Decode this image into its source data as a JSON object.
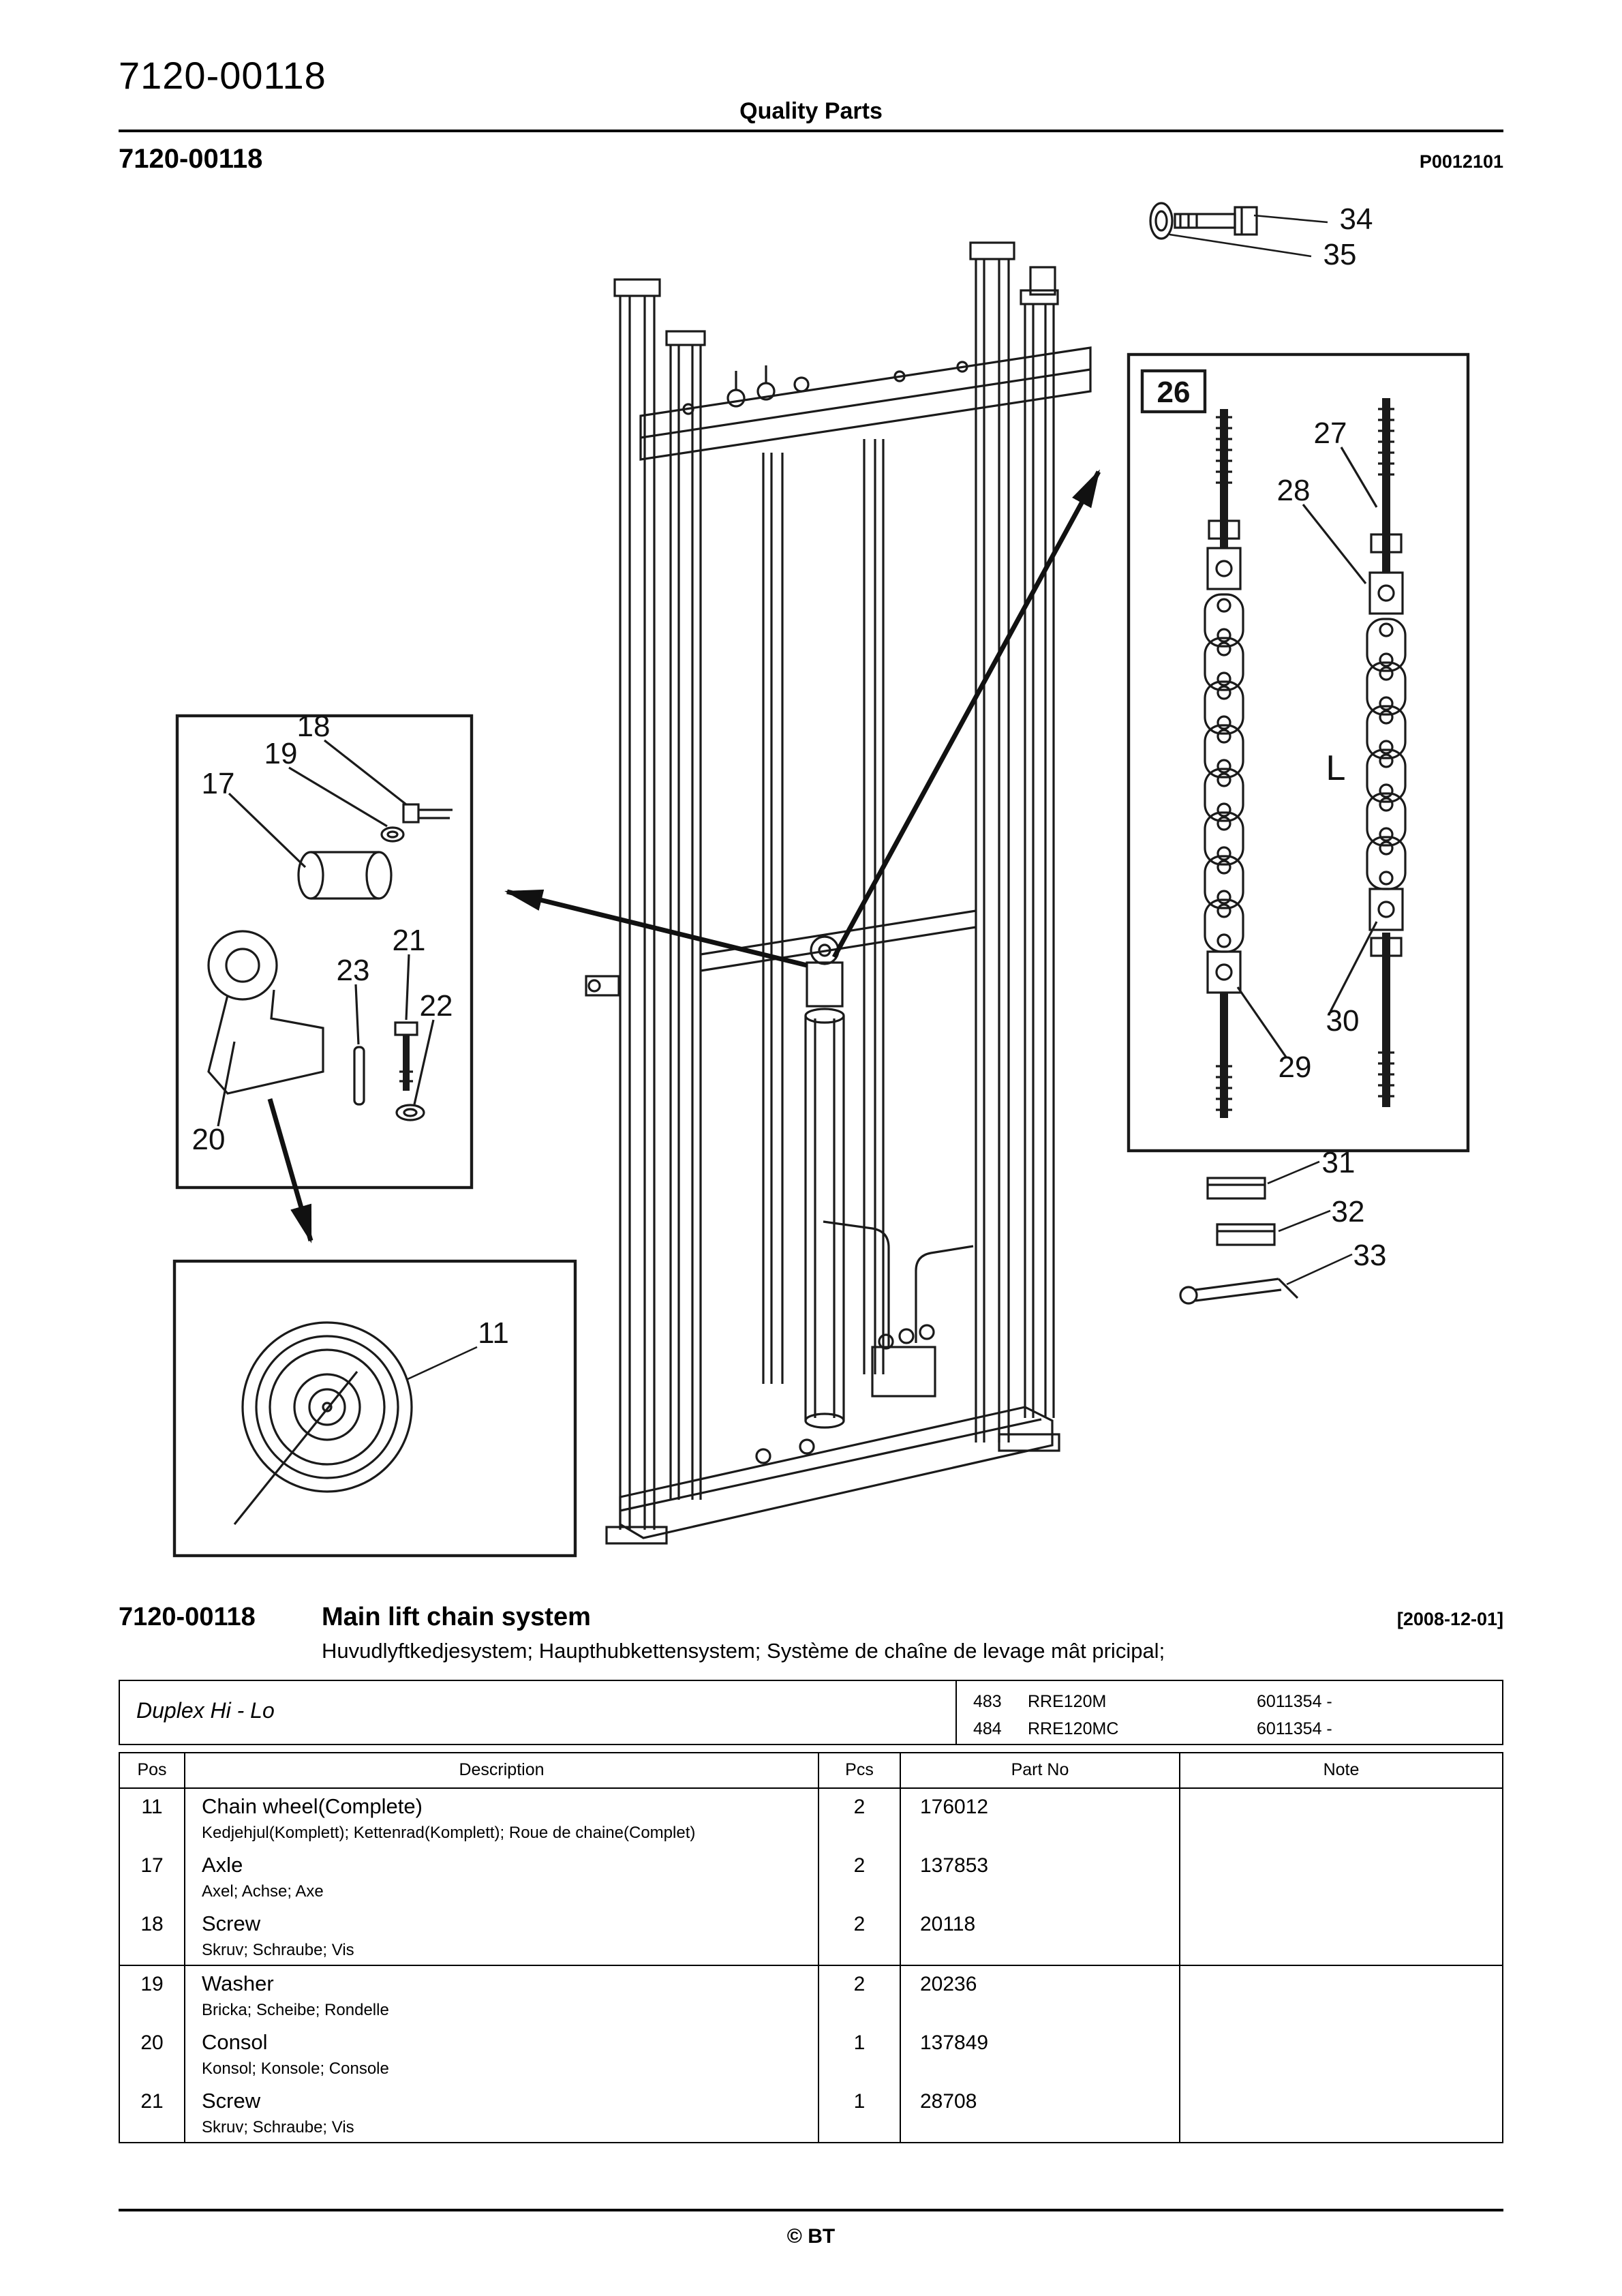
{
  "page": {
    "doc_number": "7120-00118",
    "header_center": "Quality Parts",
    "doc_number_bold": "7120-00118",
    "plate_code": "P0012101",
    "footer": "© BT"
  },
  "section": {
    "number": "7120-00118",
    "title": "Main lift chain system",
    "date": "[2008-12-01]",
    "subtitle": "Huvudlyftkedjesystem; Haupthubkettensystem; Système de chaîne de levage mât pricipal;"
  },
  "diagram": {
    "callouts": {
      "c11": "11",
      "c17": "17",
      "c18": "18",
      "c19": "19",
      "c20": "20",
      "c21": "21",
      "c22": "22",
      "c23": "23",
      "c26": "26",
      "c27": "27",
      "c28": "28",
      "c29": "29",
      "c30": "30",
      "c31": "31",
      "c32": "32",
      "c33": "33",
      "c34": "34",
      "c35": "35",
      "cL": "L"
    }
  },
  "table": {
    "variant": "Duplex Hi - Lo",
    "models": [
      {
        "code": "483",
        "name": "RRE120M",
        "serial": "6011354 -"
      },
      {
        "code": "484",
        "name": "RRE120MC",
        "serial": "6011354 -"
      }
    ],
    "columns": {
      "pos": "Pos",
      "description": "Description",
      "pcs": "Pcs",
      "part_no": "Part No",
      "note": "Note"
    },
    "rows": [
      {
        "pos": "11",
        "description": "Chain wheel(Complete)",
        "translations": "Kedjehjul(Komplett); Kettenrad(Komplett); Roue de chaine(Complet)",
        "pcs": "2",
        "part_no": "176012",
        "note": ""
      },
      {
        "pos": "17",
        "description": "Axle",
        "translations": "Axel; Achse; Axe",
        "pcs": "2",
        "part_no": "137853",
        "note": ""
      },
      {
        "pos": "18",
        "description": "Screw",
        "translations": "Skruv; Schraube; Vis",
        "pcs": "2",
        "part_no": "20118",
        "note": ""
      },
      {
        "pos": "19",
        "description": "Washer",
        "translations": "Bricka; Scheibe; Rondelle",
        "pcs": "2",
        "part_no": "20236",
        "note": ""
      },
      {
        "pos": "20",
        "description": "Consol",
        "translations": "Konsol; Konsole; Console",
        "pcs": "1",
        "part_no": "137849",
        "note": ""
      },
      {
        "pos": "21",
        "description": "Screw",
        "translations": "Skruv; Schraube; Vis",
        "pcs": "1",
        "part_no": "28708",
        "note": ""
      }
    ]
  }
}
